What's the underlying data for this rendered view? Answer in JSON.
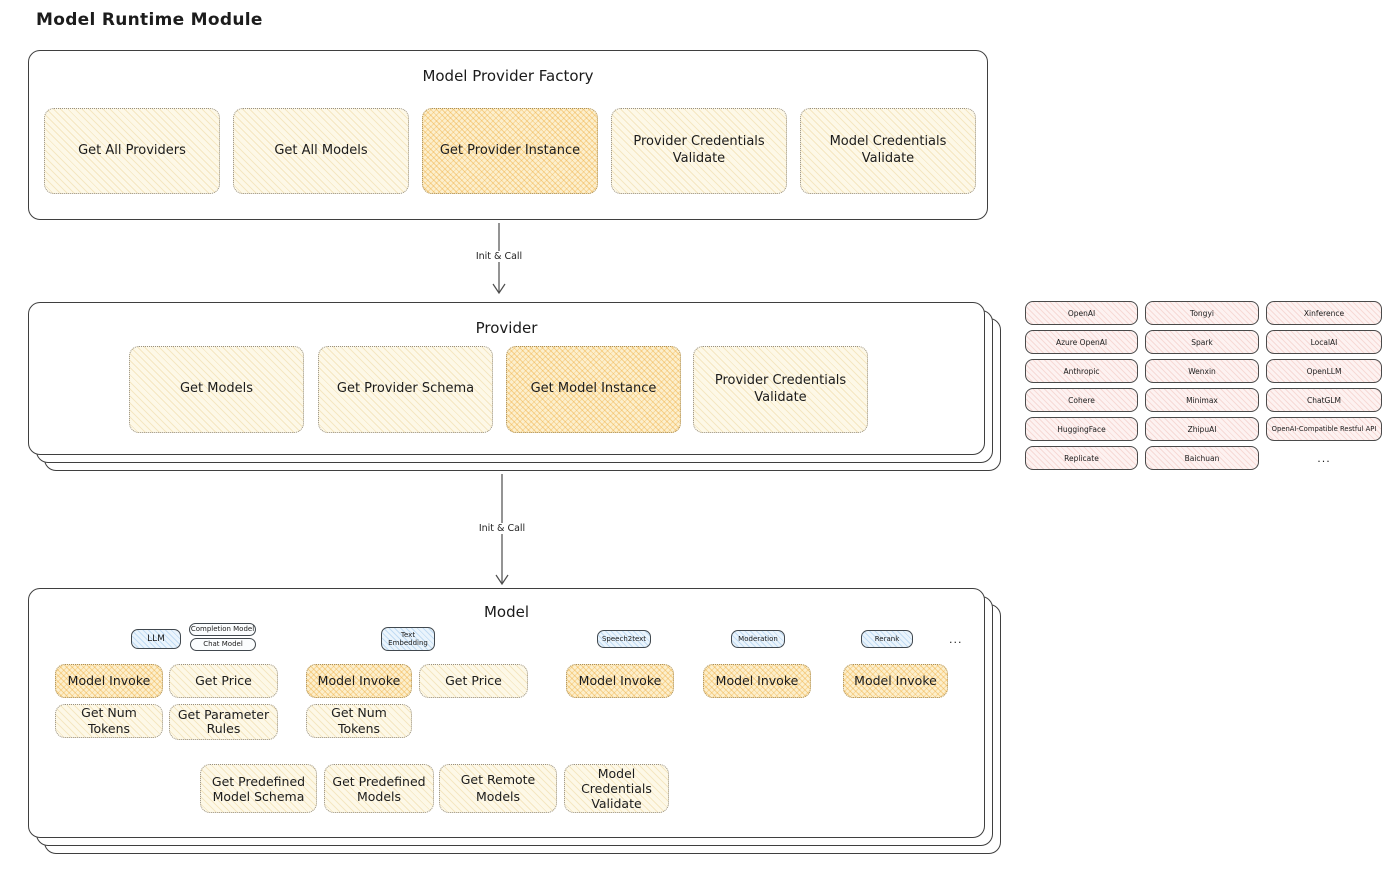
{
  "page_title": "Model Runtime Module",
  "arrows": [
    {
      "label": "Init & Call"
    },
    {
      "label": "Init & Call"
    }
  ],
  "factory": {
    "title": "Model Provider Factory",
    "boxes": [
      {
        "label": "Get All Providers",
        "highlight": false
      },
      {
        "label": "Get All Models",
        "highlight": false
      },
      {
        "label": "Get Provider Instance",
        "highlight": true
      },
      {
        "label": "Provider Credentials Validate",
        "highlight": false
      },
      {
        "label": "Model Credentials Validate",
        "highlight": false
      }
    ]
  },
  "provider": {
    "title": "Provider",
    "boxes": [
      {
        "label": "Get Models",
        "highlight": false
      },
      {
        "label": "Get Provider Schema",
        "highlight": false
      },
      {
        "label": "Get Model Instance",
        "highlight": true
      },
      {
        "label": "Provider Credentials Validate",
        "highlight": false
      }
    ]
  },
  "provider_list": {
    "items": [
      "OpenAI",
      "Tongyi",
      "Xinference",
      "Azure OpenAI",
      "Spark",
      "LocalAI",
      "Anthropic",
      "Wenxin",
      "OpenLLM",
      "Cohere",
      "Minimax",
      "ChatGLM",
      "HuggingFace",
      "ZhipuAI",
      "OpenAI-Compatible Restful API",
      "Replicate",
      "Baichuan"
    ],
    "more": "..."
  },
  "model": {
    "title": "Model",
    "types": [
      {
        "label": "LLM"
      },
      {
        "label": "Completion Model"
      },
      {
        "label": "Chat Model"
      },
      {
        "label": "Text Embedding"
      },
      {
        "label": "Speech2text"
      },
      {
        "label": "Moderation"
      },
      {
        "label": "Rerank"
      }
    ],
    "more": "...",
    "llm": {
      "invoke": "Model Invoke",
      "price": "Get Price",
      "tokens": "Get Num Tokens",
      "params": "Get Parameter Rules"
    },
    "text_embedding": {
      "invoke": "Model Invoke",
      "price": "Get Price",
      "tokens": "Get Num Tokens"
    },
    "speech2text": {
      "invoke": "Model Invoke"
    },
    "moderation": {
      "invoke": "Model Invoke"
    },
    "rerank": {
      "invoke": "Model Invoke"
    },
    "bottom": [
      {
        "label": "Get Predefined Model Schema"
      },
      {
        "label": "Get Predefined Models"
      },
      {
        "label": "Get Remote Models"
      },
      {
        "label": "Model Credentials Validate"
      }
    ]
  },
  "colors": {
    "highlight_fill": "#f8dca2",
    "node_fill": "#fdf8e7",
    "provider_chip_fill": "#fdf2f1",
    "type_tag_fill": "#eaf4fc",
    "panel_border": "#3f3f3f",
    "ink": "#1c1c1c"
  }
}
